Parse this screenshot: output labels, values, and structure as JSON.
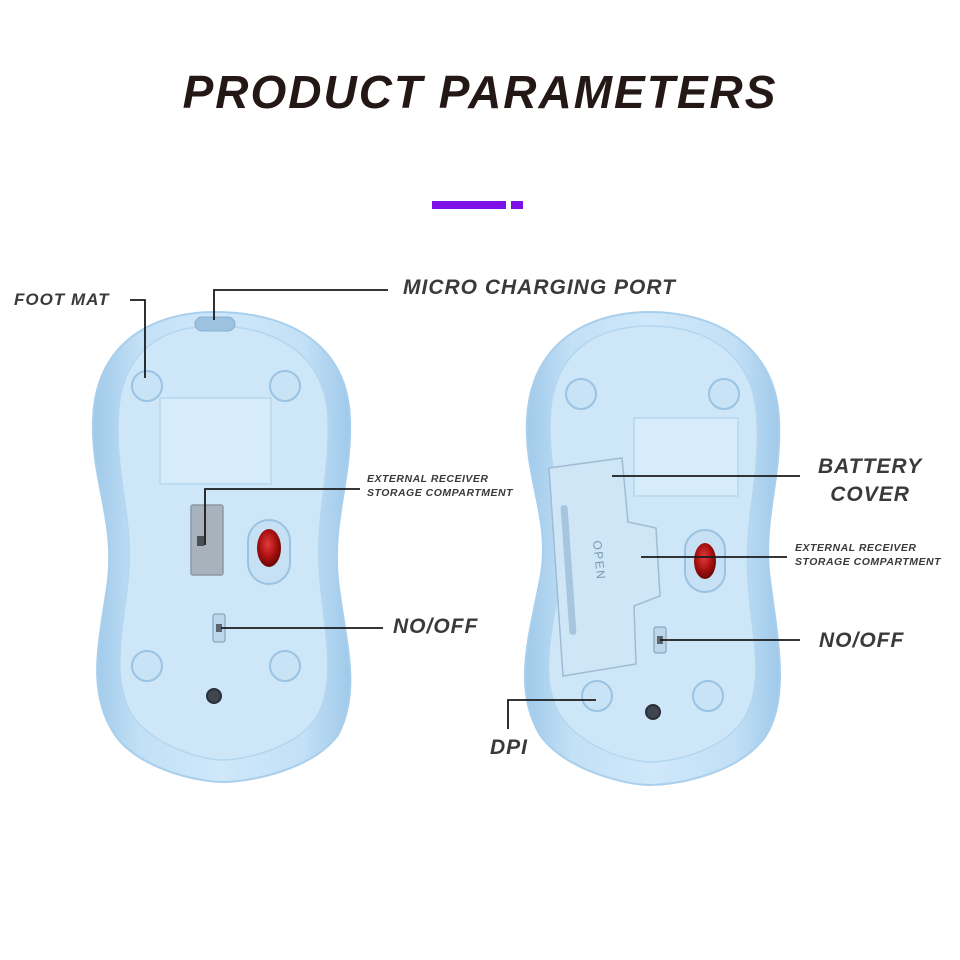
{
  "header": {
    "title": "PRODUCT PARAMETERS"
  },
  "colors": {
    "title": "#231815",
    "accent_purple": "#7d10e6",
    "mouse_body": "#bfdff5",
    "mouse_edge": "#a9cfec",
    "scroll_window": "#8b0e0e",
    "leader_line": "#1a1a1a"
  },
  "labels": {
    "foot_mat": "FOOT MAT",
    "micro_charging_port": "MICRO CHARGING PORT",
    "receiver_storage_left_line1": "EXTERNAL RECEIVER",
    "receiver_storage_left_line2": "STORAGE COMPARTMENT",
    "no_off_left": "NO/OFF",
    "battery_cover_line1": "BATTERY",
    "battery_cover_line2": "COVER",
    "receiver_storage_right_line1": "EXTERNAL RECEIVER",
    "receiver_storage_right_line2": "STORAGE COMPARTMENT",
    "no_off_right": "NO/OFF",
    "dpi": "DPI",
    "cover_engraving": "OPEN"
  }
}
